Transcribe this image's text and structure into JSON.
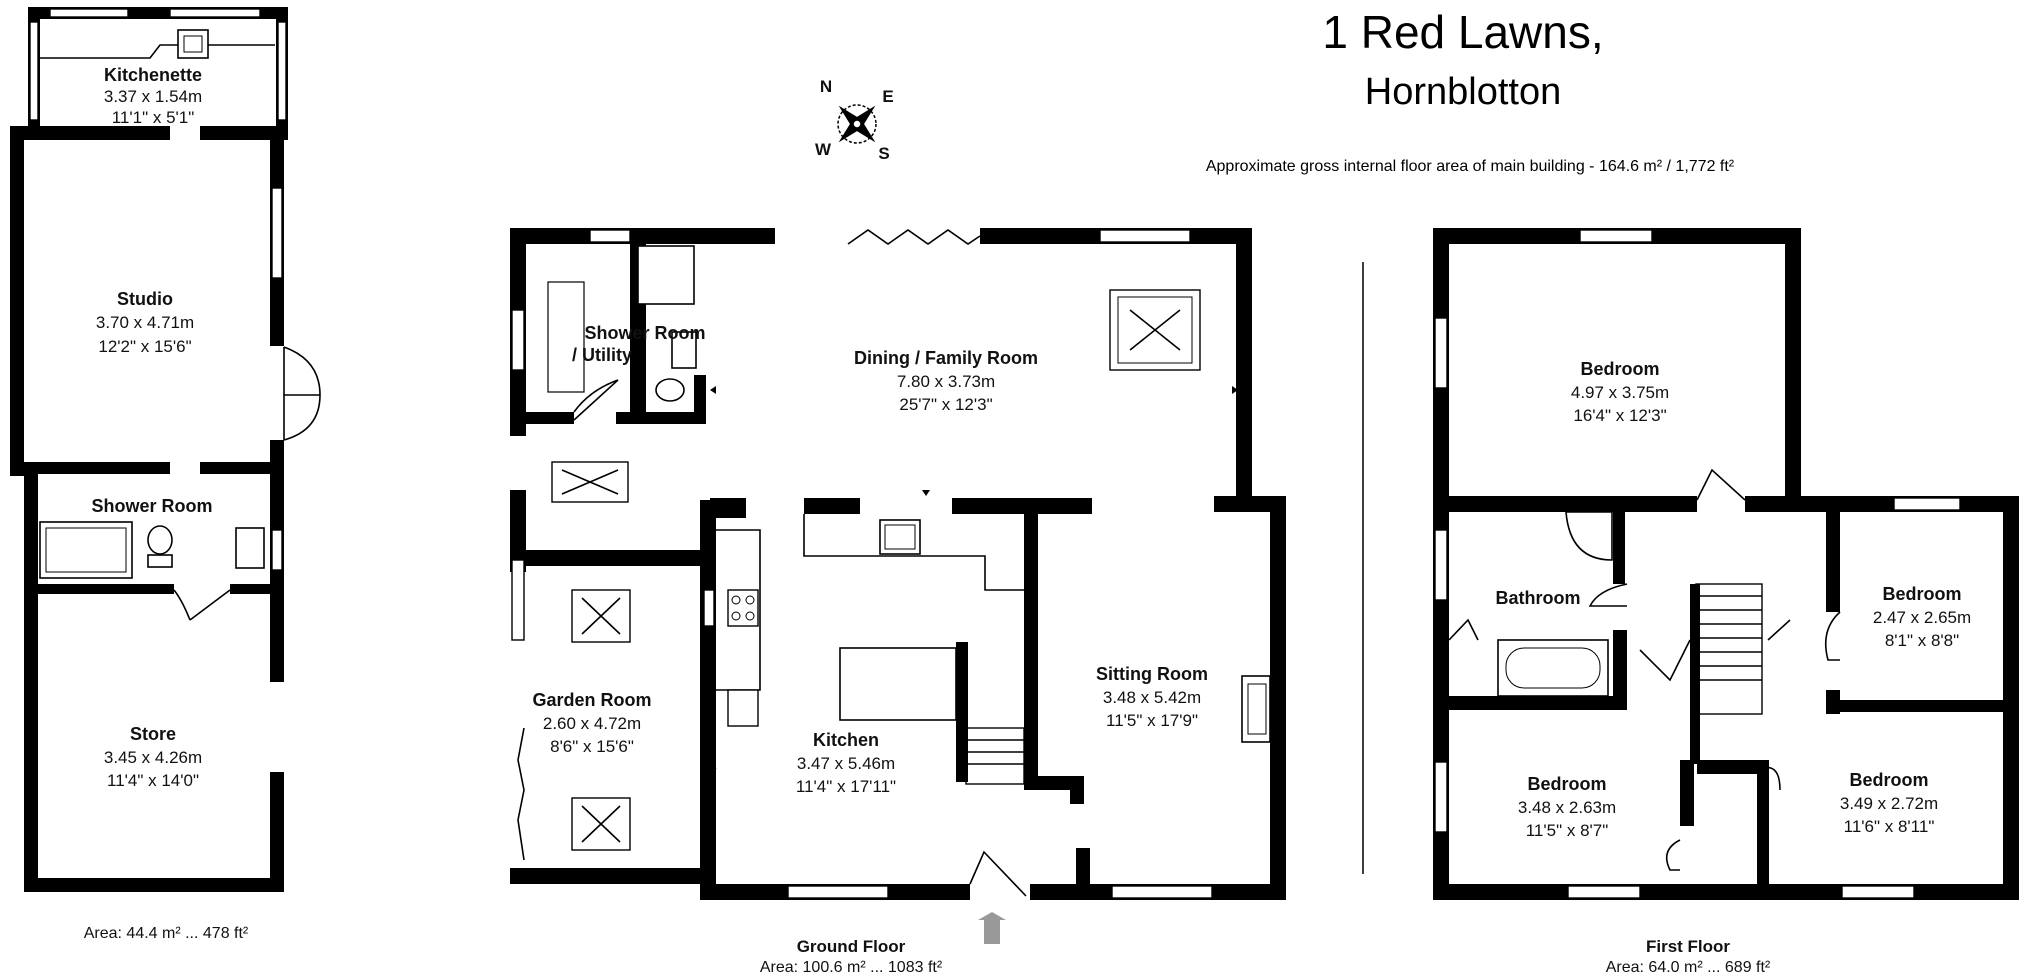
{
  "title": {
    "line1": "1 Red Lawns,",
    "line2": "Hornblotton",
    "gross_area": "Approximate gross internal floor area of main building  -  164.6 m² /  1,772 ft²"
  },
  "compass": {
    "n": "N",
    "e": "E",
    "s": "S",
    "w": "W"
  },
  "outbuilding": {
    "area": "Area: 44.4 m² ... 478 ft²",
    "rooms": [
      {
        "name": "Kitchenette",
        "metric": "3.37 x 1.54m",
        "imperial": "11'1\" x 5'1\""
      },
      {
        "name": "Studio",
        "metric": "3.70 x 4.71m",
        "imperial": "12'2\" x 15'6\""
      },
      {
        "name": "Shower Room",
        "metric": "",
        "imperial": ""
      },
      {
        "name": "Store",
        "metric": "3.45 x 4.26m",
        "imperial": "11'4\" x 14'0\""
      }
    ]
  },
  "ground_floor": {
    "label": "Ground Floor",
    "area": "Area: 100.6 m² ... 1083 ft²",
    "rooms": [
      {
        "name": "Shower Room",
        "name2": "/ Utility",
        "metric": "",
        "imperial": ""
      },
      {
        "name": "Dining / Family Room",
        "metric": "7.80 x 3.73m",
        "imperial": "25'7\" x 12'3\""
      },
      {
        "name": "Garden Room",
        "metric": "2.60 x 4.72m",
        "imperial": "8'6\" x 15'6\""
      },
      {
        "name": "Kitchen",
        "metric": "3.47 x 5.46m",
        "imperial": "11'4\" x 17'11\""
      },
      {
        "name": "Sitting Room",
        "metric": "3.48 x 5.42m",
        "imperial": "11'5\" x 17'9\""
      }
    ]
  },
  "first_floor": {
    "label": "First Floor",
    "area": "Area: 64.0 m² ... 689 ft²",
    "rooms": [
      {
        "name": "Bedroom",
        "metric": "4.97 x 3.75m",
        "imperial": "16'4\" x 12'3\""
      },
      {
        "name": "Bathroom",
        "metric": "",
        "imperial": ""
      },
      {
        "name": "Bedroom",
        "metric": "2.47 x 2.65m",
        "imperial": "8'1\" x 8'8\""
      },
      {
        "name": "Bedroom",
        "metric": "3.48 x 2.63m",
        "imperial": "11'5\" x 8'7\""
      },
      {
        "name": "Bedroom",
        "metric": "3.49 x 2.72m",
        "imperial": "11'6\" x 8'11\""
      }
    ]
  }
}
